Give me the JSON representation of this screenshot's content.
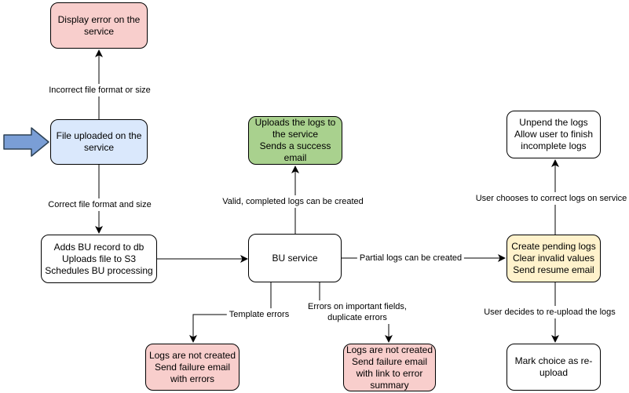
{
  "diagram": {
    "background": "#ffffff",
    "stroke_color": "#000000",
    "nodes": {
      "display_error": {
        "label": "Display error on the\nservice",
        "fill": "#f8cecc"
      },
      "file_uploaded": {
        "label": "File uploaded on the\nservice",
        "fill": "#dae8fc"
      },
      "adds_bu_record": {
        "label": "Adds BU record to db\nUploads file to S3\nSchedules BU processing",
        "fill": "#ffffff"
      },
      "uploads_logs": {
        "label": "Uploads the logs to\nthe service\nSends a success\nemail",
        "fill": "#a9d18e"
      },
      "bu_service": {
        "label": "BU service",
        "fill": "#ffffff"
      },
      "logs_not_created_errors": {
        "label": "Logs are not created\nSend failure email\nwith errors",
        "fill": "#f8cecc"
      },
      "logs_not_created_summary": {
        "label": "Logs are not created\nSend failure email\nwith link to error\nsummary",
        "fill": "#f8cecc"
      },
      "create_pending_logs": {
        "label": "Create pending logs\nClear invalid values\nSend resume email",
        "fill": "#fff2cc"
      },
      "unpend_logs": {
        "label": "Unpend the logs\nAllow user to finish\nincomplete logs",
        "fill": "#ffffff"
      },
      "mark_choice_reupload": {
        "label": "Mark choice as re-\nupload",
        "fill": "#ffffff"
      }
    },
    "edges": {
      "incorrect_format": {
        "label": "Incorrect file format or size"
      },
      "correct_format": {
        "label": "Correct file format and size"
      },
      "valid_logs": {
        "label": "Valid, completed logs can be created"
      },
      "partial_logs": {
        "label": "Partial logs can be created"
      },
      "template_errors": {
        "label": "Template errors"
      },
      "important_field_errors": {
        "label": "Errors on important fields,\nduplicate errors"
      },
      "user_corrects": {
        "label": "User chooses to correct logs on service"
      },
      "user_reuploads": {
        "label": "User decides to re-upload the logs"
      }
    },
    "entry_arrow": {
      "fill": "#7a9ed6",
      "stroke": "#2d4154"
    }
  }
}
